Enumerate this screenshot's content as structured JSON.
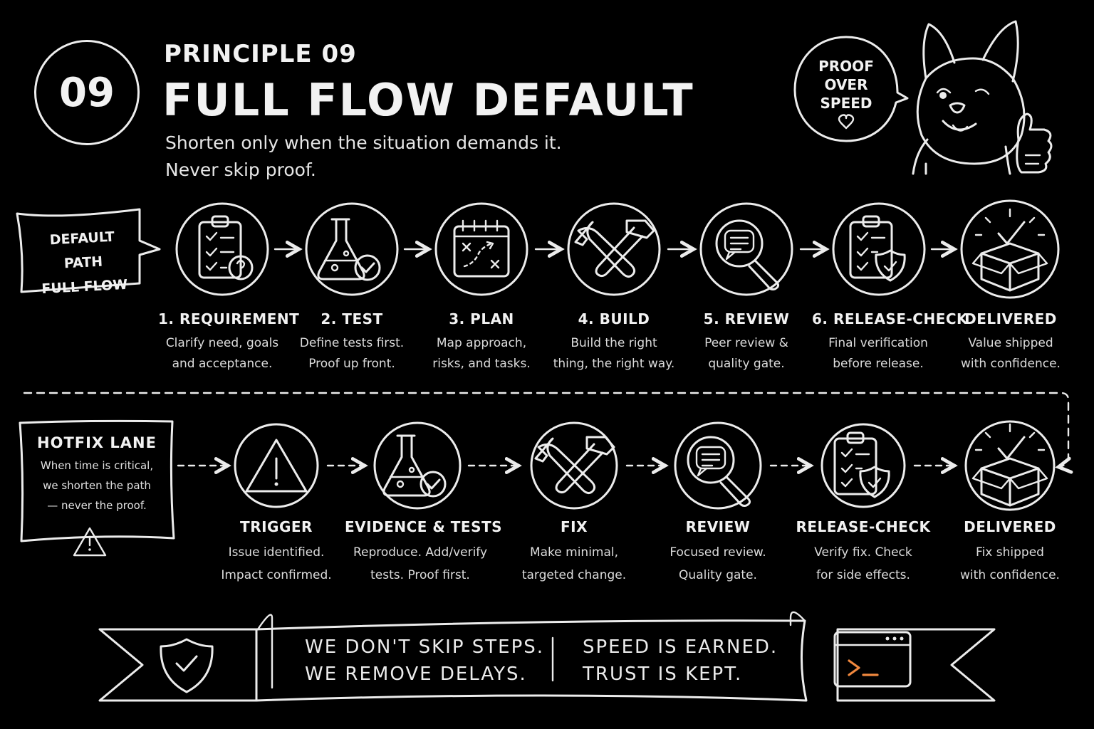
{
  "header": {
    "number": "09",
    "eyebrow": "PRINCIPLE 09",
    "title": "FULL FLOW DEFAULT",
    "subtitle_line1": "Shorten only when the situation demands it.",
    "subtitle_line2": "Never skip proof."
  },
  "mascot": {
    "speech_line1": "PROOF",
    "speech_line2": "OVER",
    "speech_line3": "SPEED",
    "icon": "heart-icon"
  },
  "default_path": {
    "flag_line1": "DEFAULT PATH",
    "flag_line2": "FULL FLOW",
    "steps": [
      {
        "title": "1. REQUIREMENT",
        "desc1": "Clarify need, goals",
        "desc2": "and acceptance.",
        "icon": "clipboard-question-icon"
      },
      {
        "title": "2. TEST",
        "desc1": "Define tests first.",
        "desc2": "Proof up front.",
        "icon": "flask-check-icon"
      },
      {
        "title": "3. PLAN",
        "desc1": "Map approach,",
        "desc2": "risks, and tasks.",
        "icon": "plan-board-icon"
      },
      {
        "title": "4. BUILD",
        "desc1": "Build the right",
        "desc2": "thing, the right way.",
        "icon": "tools-icon"
      },
      {
        "title": "5. REVIEW",
        "desc1": "Peer review &",
        "desc2": "quality gate.",
        "icon": "magnifier-chat-icon"
      },
      {
        "title": "6. RELEASE-CHECK",
        "desc1": "Final verification",
        "desc2": "before release.",
        "icon": "clipboard-shield-icon"
      },
      {
        "title": "DELIVERED",
        "desc1": "Value shipped",
        "desc2": "with confidence.",
        "icon": "box-check-icon"
      }
    ]
  },
  "hotfix_lane": {
    "flag_title": "HOTFIX LANE",
    "flag_line1": "When time is critical,",
    "flag_line2": "we shorten the path",
    "flag_line3": "— never the proof.",
    "steps": [
      {
        "title": "TRIGGER",
        "desc1": "Issue identified.",
        "desc2": "Impact confirmed.",
        "icon": "warning-icon"
      },
      {
        "title": "EVIDENCE & TESTS",
        "desc1": "Reproduce. Add/verify",
        "desc2": "tests. Proof first.",
        "icon": "flask-check-icon"
      },
      {
        "title": "FIX",
        "desc1": "Make minimal,",
        "desc2": "targeted change.",
        "icon": "tools-icon"
      },
      {
        "title": "REVIEW",
        "desc1": "Focused review.",
        "desc2": "Quality gate.",
        "icon": "magnifier-chat-icon"
      },
      {
        "title": "RELEASE-CHECK",
        "desc1": "Verify fix. Check",
        "desc2": "for side effects.",
        "icon": "clipboard-shield-icon"
      },
      {
        "title": "DELIVERED",
        "desc1": "Fix shipped",
        "desc2": "with confidence.",
        "icon": "box-check-icon"
      }
    ]
  },
  "banner": {
    "left_line1": "WE DON'T SKIP STEPS.",
    "left_line2": "WE REMOVE DELAYS.",
    "right_line1": "SPEED IS EARNED.",
    "right_line2": "TRUST IS KEPT.",
    "left_icon": "shield-check-icon",
    "right_icon": "terminal-icon"
  },
  "colors": {
    "background": "#000000",
    "chalk": "#ececec",
    "accent": "#f0883e"
  }
}
